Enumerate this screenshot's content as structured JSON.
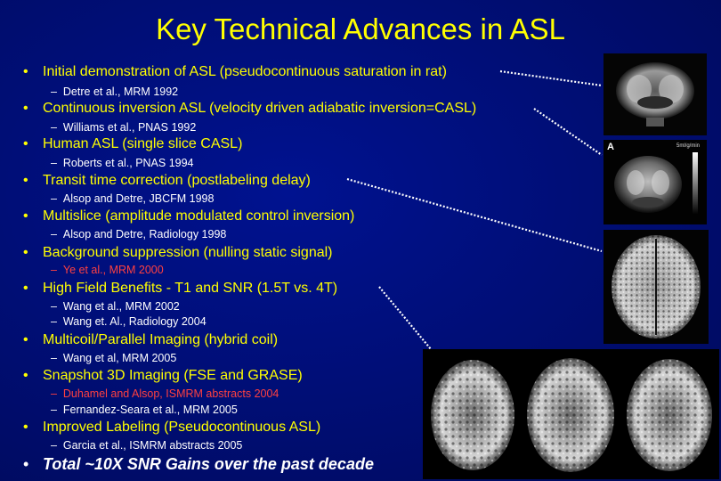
{
  "title": "Key Technical Advances in ASL",
  "items": [
    {
      "text": "Initial demonstration of ASL (pseudocontinuous saturation in rat)",
      "refs": [
        "Detre et al., MRM 1992"
      ]
    },
    {
      "text": "Continuous inversion ASL (velocity driven adiabatic inversion=CASL)",
      "refs": [
        "Williams et al., PNAS 1992"
      ]
    },
    {
      "text": "Human ASL (single slice CASL)",
      "refs": [
        "Roberts et al., PNAS 1994"
      ]
    },
    {
      "text": "Transit time correction (postlabeling delay)",
      "refs": [
        "Alsop and Detre, JBCFM 1998"
      ]
    },
    {
      "text": "Multislice (amplitude modulated control inversion)",
      "refs": [
        "Alsop and Detre, Radiology 1998"
      ]
    },
    {
      "text": "Background suppression (nulling static signal)",
      "refs": [
        "Ye et al., MRM 2000"
      ]
    },
    {
      "text": "High Field Benefits - T1 and SNR (1.5T vs. 4T)",
      "refs": [
        "Wang et al., MRM 2002",
        "Wang et. Al., Radiology 2004"
      ]
    },
    {
      "text": "Multicoil/Parallel Imaging (hybrid coil)",
      "refs": [
        "Wang et al, MRM 2005"
      ]
    },
    {
      "text": "Snapshot 3D Imaging (FSE and GRASE)",
      "refs": [
        "Duhamel and Alsop, ISMRM abstracts 2004",
        "Fernandez-Seara et al., MRM 2005"
      ]
    },
    {
      "text": "Improved Labeling (Pseudocontinuous ASL)",
      "refs": [
        "Garcia et al., ISMRM abstracts 2005"
      ]
    }
  ],
  "bullet_symbol": "•",
  "dash_symbol": "–",
  "conclusion": "Total ~10X SNR Gains over the past decade",
  "image_labels": {
    "panel_letter": "A",
    "panel_caption": "5ml/g/min"
  },
  "colors": {
    "background": "#000d70",
    "title": "#ffff00",
    "item": "#ffff00",
    "ref": "#ffffff",
    "ref_highlight": "#ff4040",
    "leader": "#ffffff"
  }
}
